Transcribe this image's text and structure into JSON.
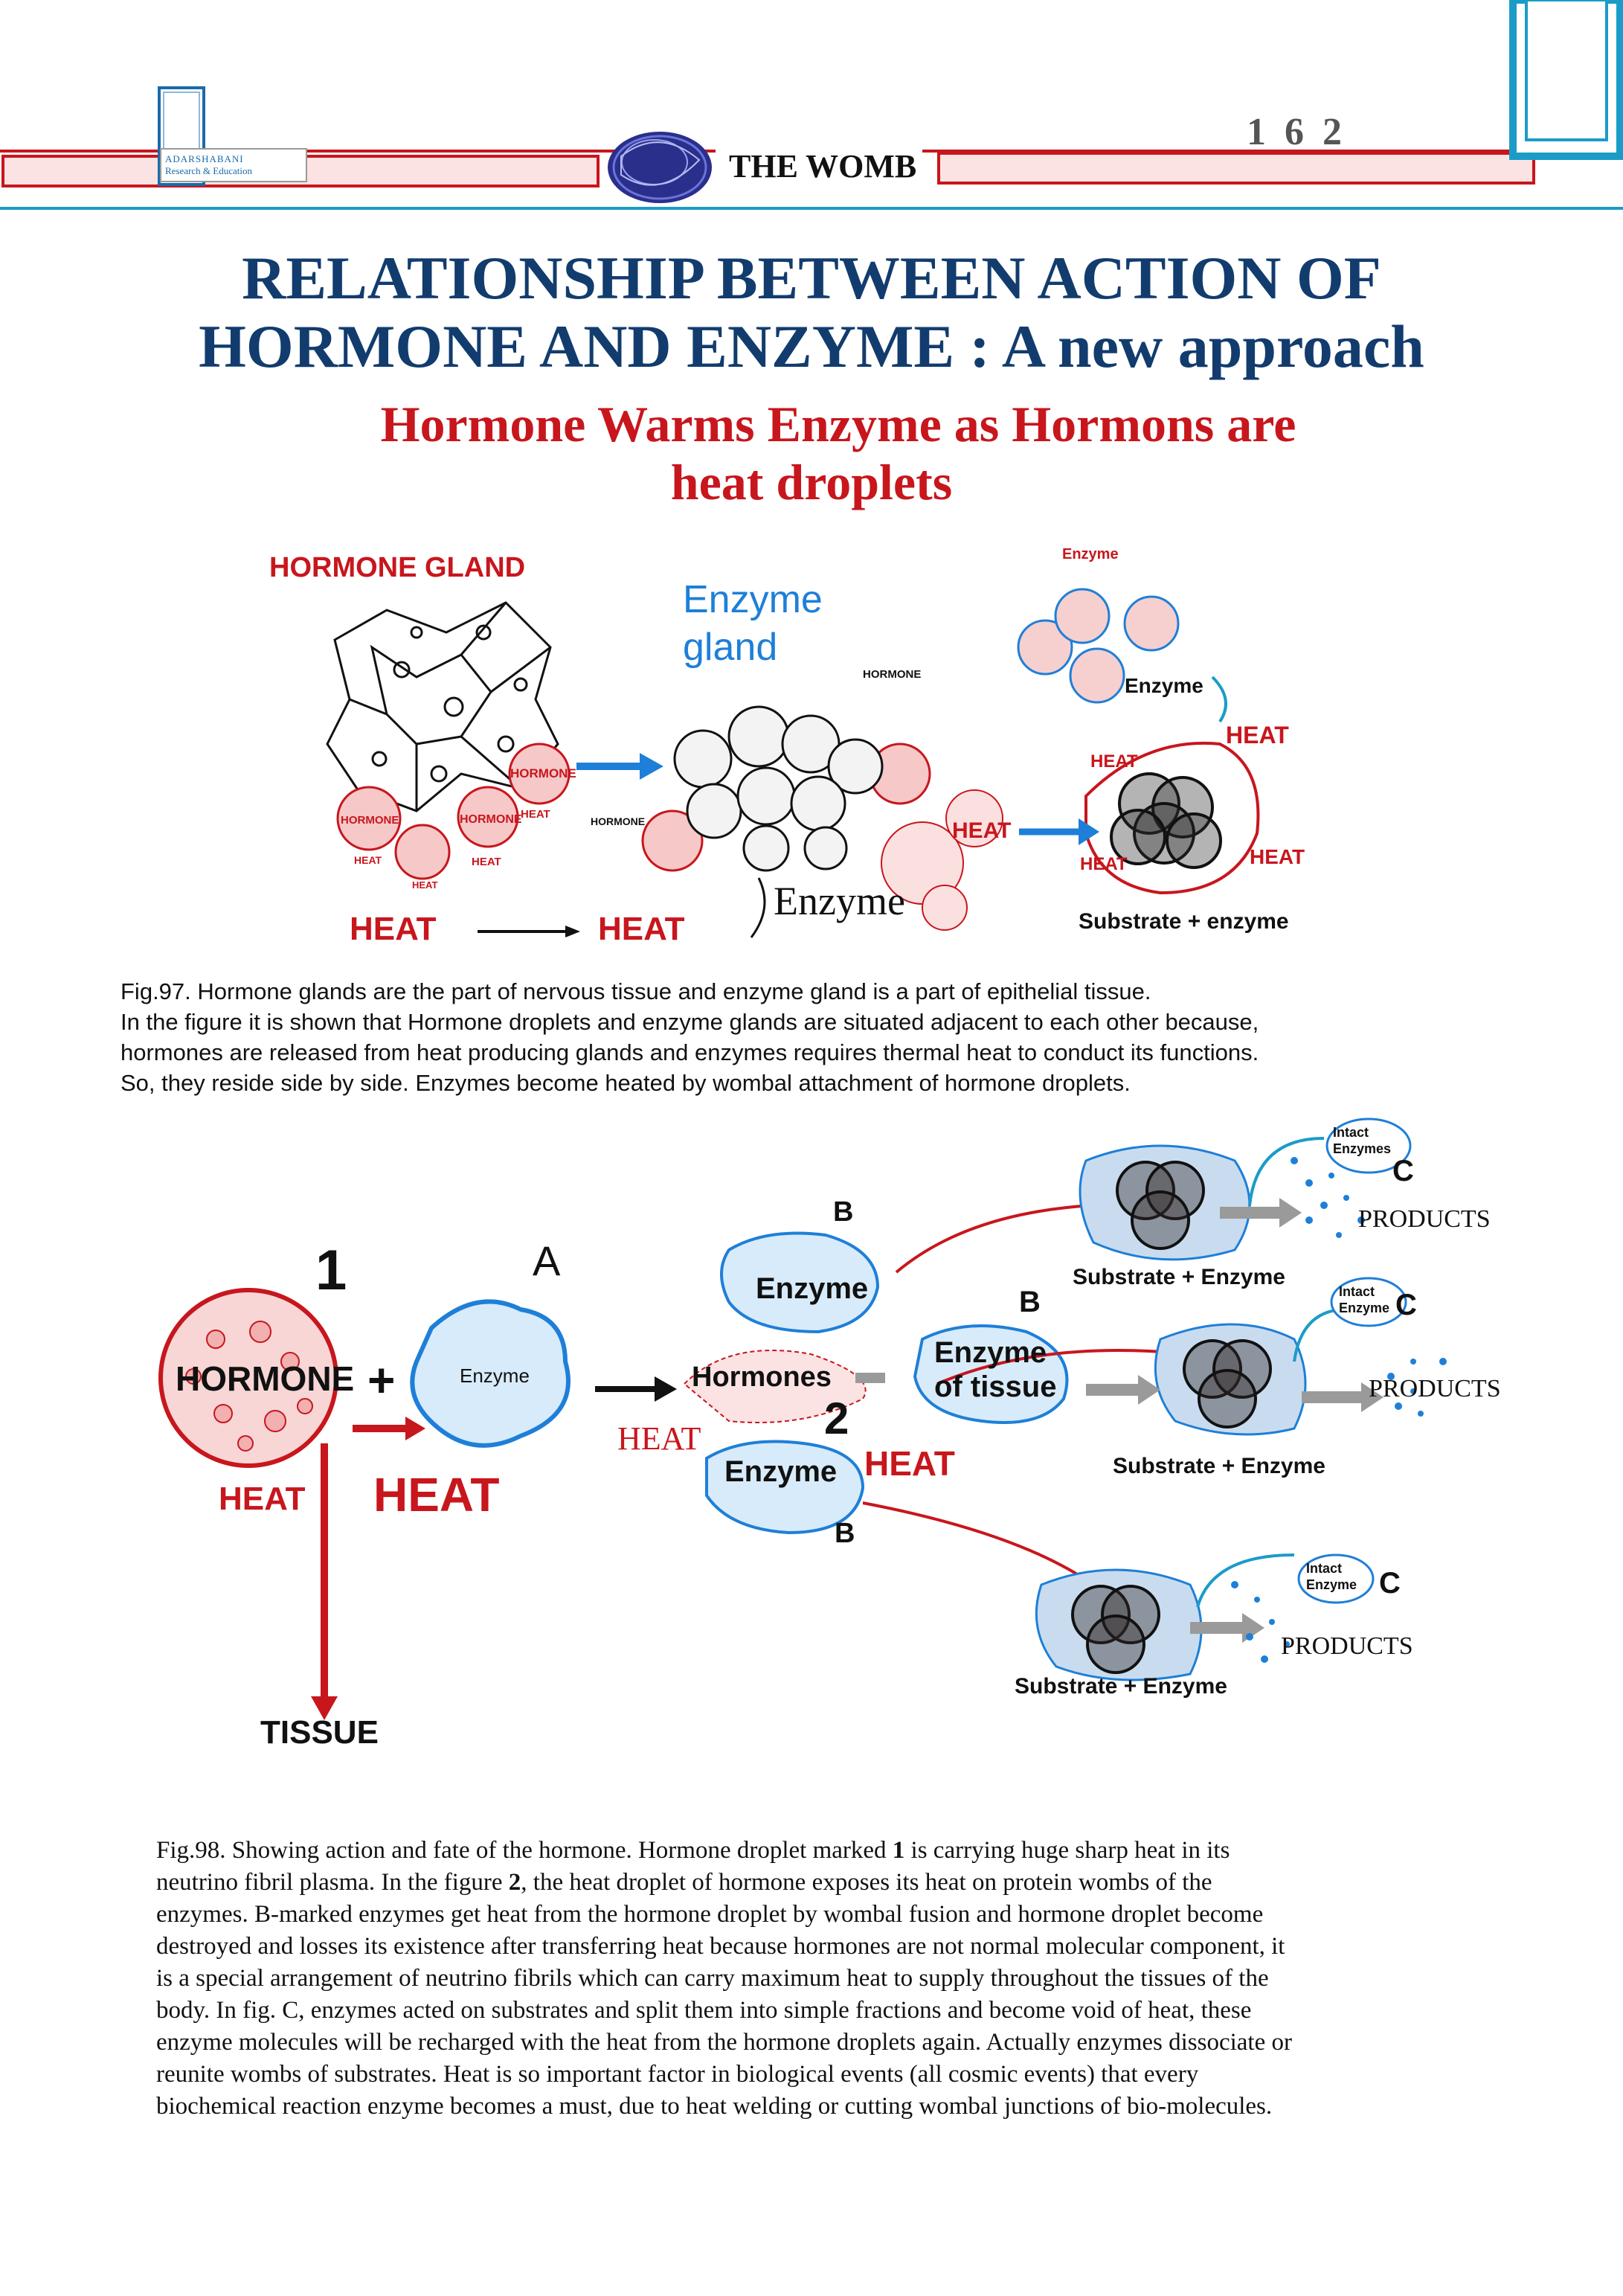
{
  "header": {
    "logo_line1": "ADARSHABANI",
    "logo_line2": "Research & Education",
    "page_number": "1 6 2",
    "book_title": "THE WOMB"
  },
  "title": {
    "line1": "RELATIONSHIP BETWEEN ACTION OF",
    "line2": "HORMONE AND ENZYME : A new approach"
  },
  "subtitle": {
    "line1": "Hormone Warms Enzyme as Hormons are",
    "line2": "heat droplets"
  },
  "fig97": {
    "hormone_gland": "HORMONE GLAND",
    "enzyme_gland_1": "Enzyme",
    "enzyme_gland_2": "gland",
    "hormone": "HORMONE",
    "heat": "HEAT",
    "enzyme_small": "Enzyme",
    "enzyme_cursive": "Enzyme",
    "substrate_enzyme": "Substrate + enzyme",
    "caption": {
      "line1": "Fig.97. Hormone glands are the part of nervous tissue and enzyme gland is a part of epithelial tissue.",
      "line2": "In the figure it is shown that Hormone droplets and enzyme glands are situated adjacent to each other because,",
      "line3": "hormones are released from heat producing glands and enzymes requires thermal heat to conduct its functions.",
      "line4": "So, they reside side by side. Enzymes become heated by wombal attachment of hormone droplets."
    }
  },
  "fig98": {
    "marker_1": "1",
    "marker_2": "2",
    "marker_A": "A",
    "marker_B": "B",
    "marker_C": "C",
    "hormone": "HORMONE",
    "plus": "+",
    "enzyme": "Enzyme",
    "hormones": "Hormones",
    "enzyme_of_tissue_1": "Enzyme",
    "enzyme_of_tissue_2": "of tissue",
    "heat": "HEAT",
    "tissue": "TISSUE",
    "substrate_enzyme": "Substrate + Enzyme",
    "products": "PRODUCTS",
    "intact_1": "Intact",
    "intact_enzymes": "Enzymes",
    "intact_enzyme": "Enzyme",
    "caption": {
      "line1_a": "Fig.98. Showing action and fate of the hormone. Hormone droplet marked ",
      "line1_b": "1",
      "line1_c": " is carrying huge sharp heat in its",
      "line2_a": "neutrino fibril plasma. In the figure ",
      "line2_b": "2",
      "line2_c": ", the heat droplet of hormone exposes its heat on protein wombs of the",
      "line3": "enzymes. B-marked enzymes get heat from the hormone droplet by wombal fusion and hormone droplet become",
      "line4": "destroyed and losses its existence after transferring heat because hormones are not normal molecular component, it",
      "line5": "is a special arrangement of neutrino fibrils which can carry maximum heat to supply throughout the tissues of the",
      "line6": "body. In fig. C, enzymes acted on substrates and split them into simple fractions and become void of heat, these",
      "line7": "enzyme molecules will be recharged with the heat from the hormone droplets again. Actually enzymes dissociate or",
      "line8": "reunite wombs of substrates. Heat is so important factor in biological events (all cosmic events) that every",
      "line9": "biochemical reaction enzyme becomes a must, due to heat welding or cutting wombal junctions of bio-molecules."
    }
  },
  "colors": {
    "title_blue": "#123c6e",
    "red": "#c8161d",
    "bright_blue": "#1e7fd8",
    "header_cyan": "#1b9cc8"
  }
}
